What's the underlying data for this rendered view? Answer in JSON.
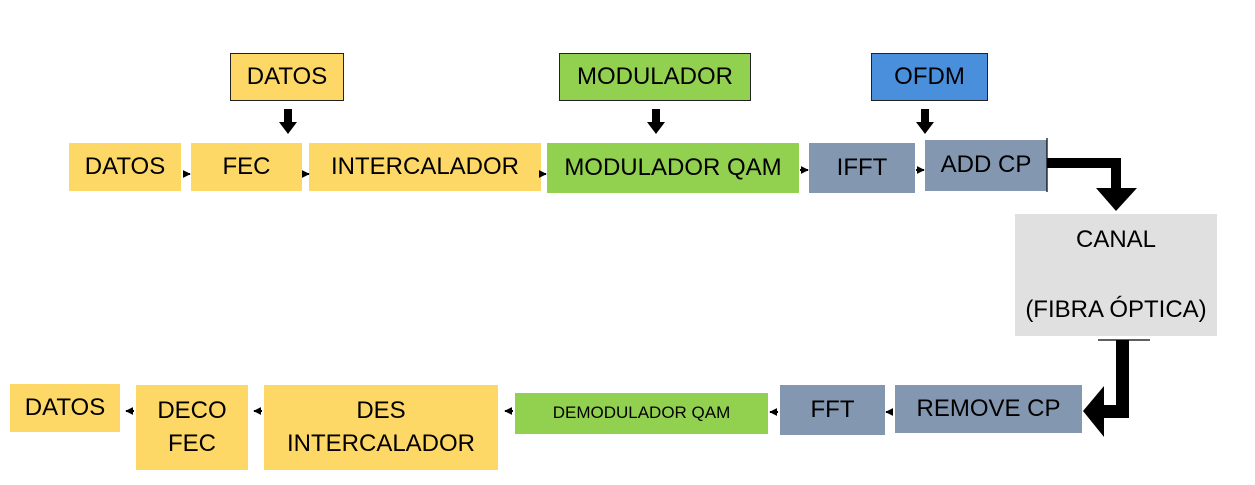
{
  "top_labels": {
    "datos": "DATOS",
    "modulador": "MODULADOR",
    "ofdm": "OFDM"
  },
  "transmitter": {
    "datos": "DATOS",
    "fec": "FEC",
    "intercalador": "INTERCALADOR",
    "modulador_qam": "MODULADOR QAM",
    "ifft": "IFFT",
    "add_cp": "ADD CP"
  },
  "channel": {
    "line1": "CANAL",
    "line2": "(FIBRA ÓPTICA)"
  },
  "receiver": {
    "remove_cp": "REMOVE CP",
    "fft": "FFT",
    "demodulador_qam": "DEMODULADOR QAM",
    "des_intercalador": "DES\nINTERCALADOR",
    "deco_fec": "DECO\nFEC",
    "datos": "DATOS"
  },
  "colors": {
    "yellow": "#fdd866",
    "green": "#92d050",
    "slate": "#8497b0",
    "blue": "#4a8fdc",
    "gray": "#e0e0e0"
  }
}
